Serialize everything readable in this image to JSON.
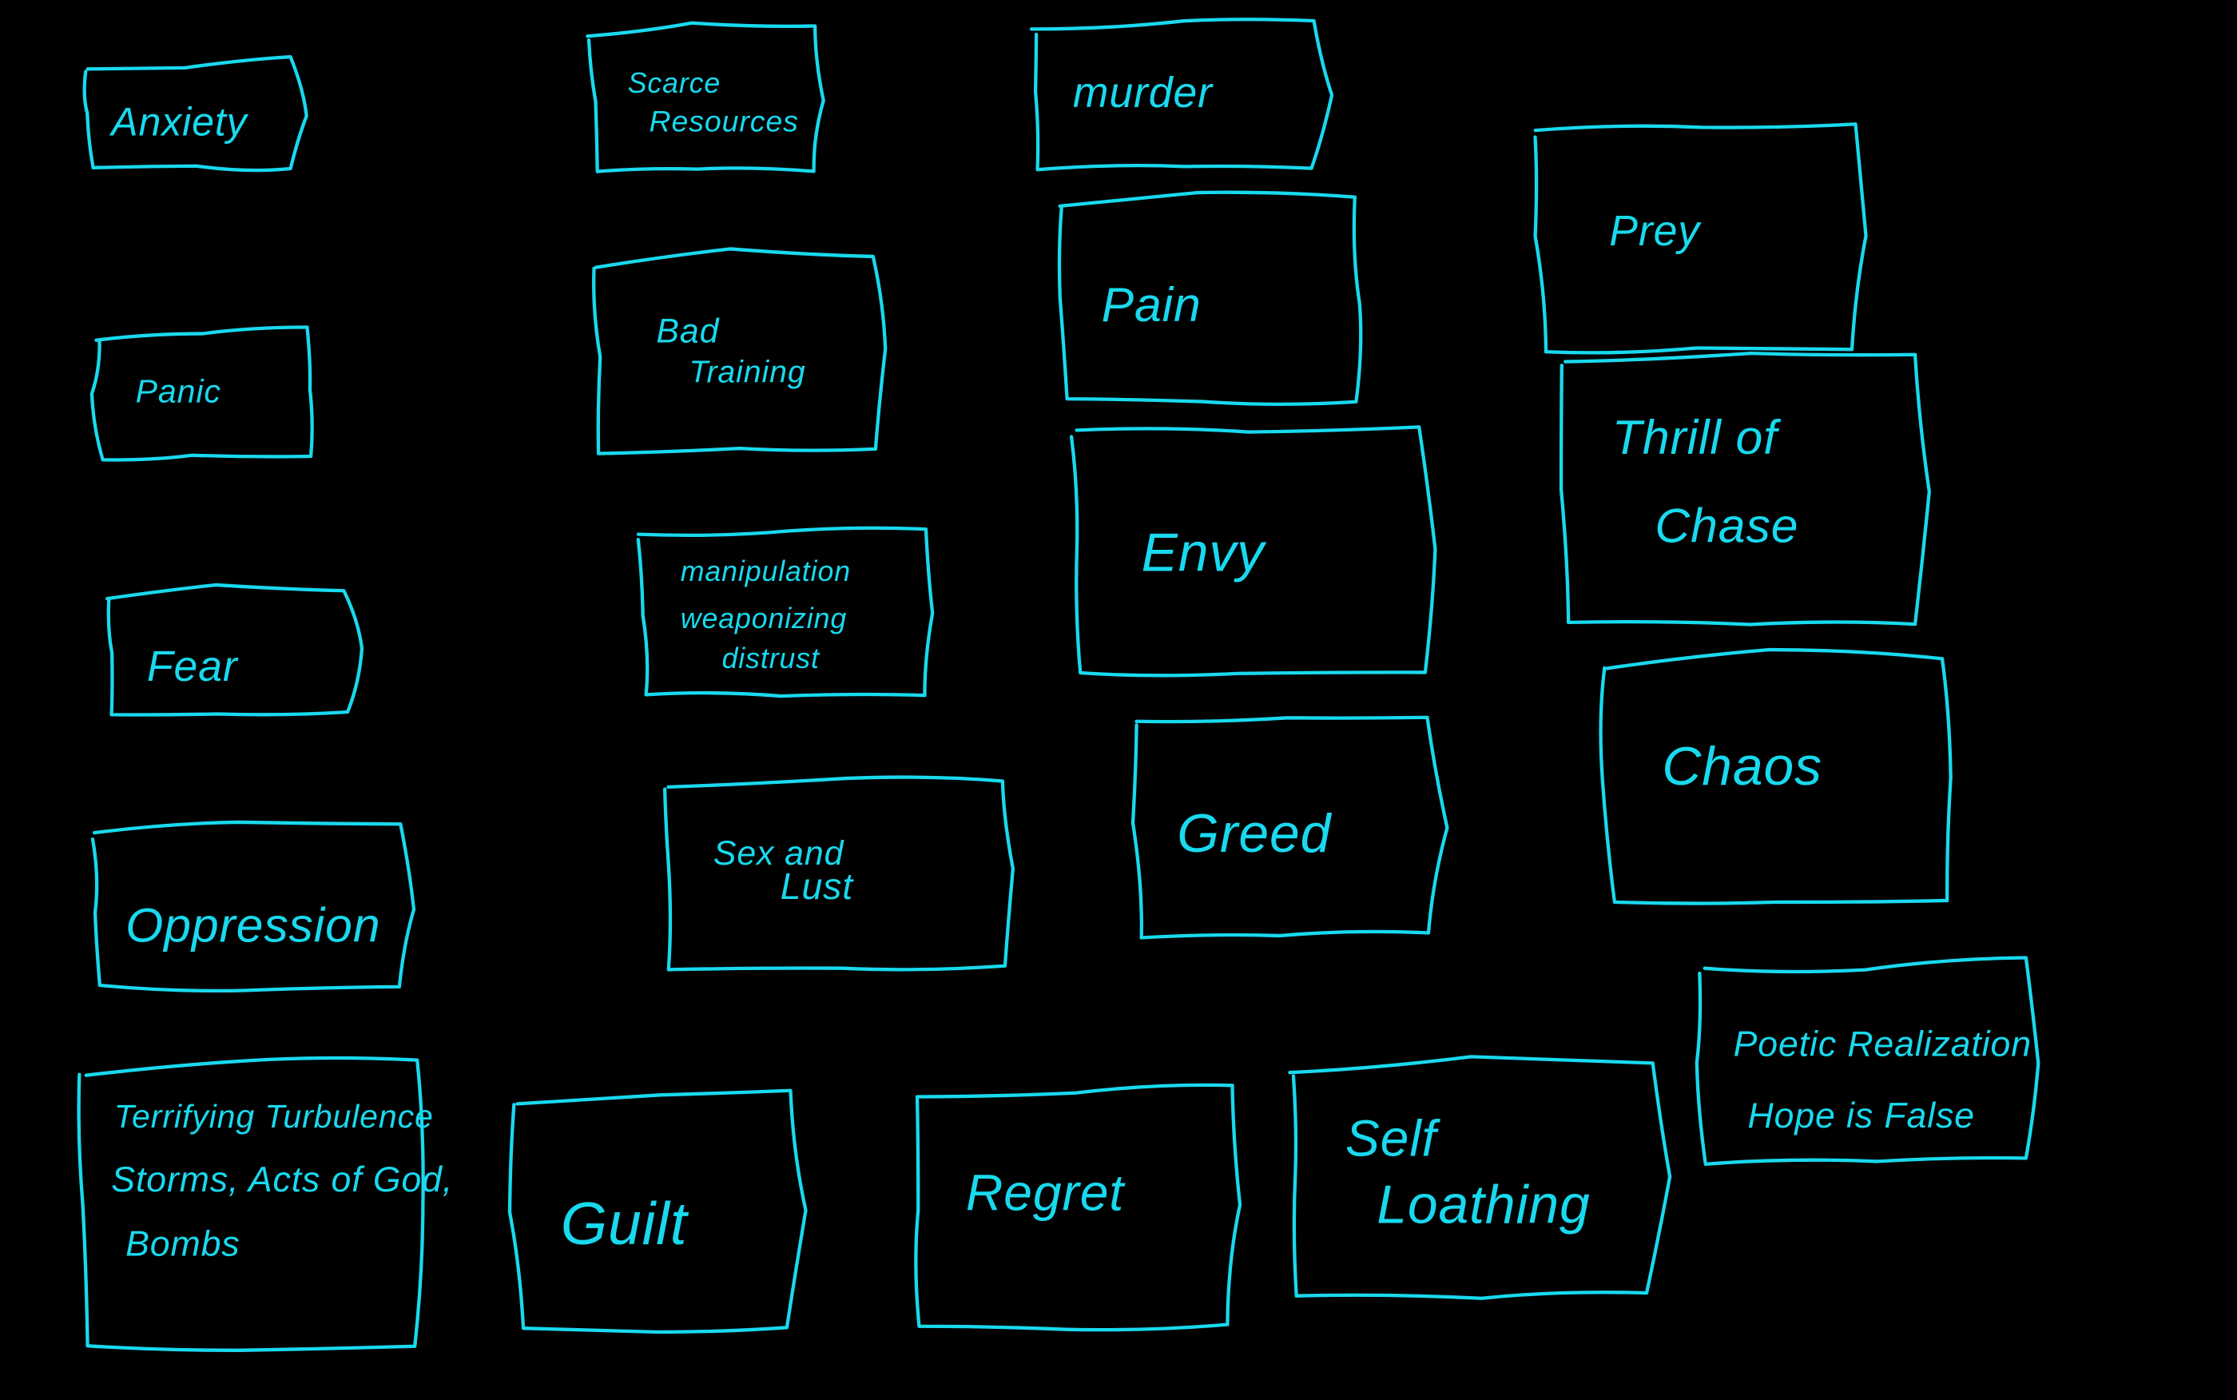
{
  "canvas": {
    "background": "#000000",
    "ink_color": "#19d9ee"
  },
  "cards": {
    "anxiety": {
      "lines": [
        "Anxiety"
      ]
    },
    "scarce_resources": {
      "lines": [
        "Scarce",
        "Resources"
      ]
    },
    "murder": {
      "lines": [
        "murder"
      ]
    },
    "prey": {
      "lines": [
        "Prey"
      ]
    },
    "panic": {
      "lines": [
        "Panic"
      ]
    },
    "bad_training": {
      "lines": [
        "Bad",
        "Training"
      ]
    },
    "pain": {
      "lines": [
        "Pain"
      ]
    },
    "thrill_of_chase": {
      "lines": [
        "Thrill of",
        "Chase"
      ]
    },
    "manipulation": {
      "lines": [
        "manipulation",
        "weaponizing",
        "distrust"
      ]
    },
    "envy": {
      "lines": [
        "Envy"
      ]
    },
    "chaos": {
      "lines": [
        "Chaos"
      ]
    },
    "fear": {
      "lines": [
        "Fear"
      ]
    },
    "sex_and_lust": {
      "lines": [
        "Sex and",
        "Lust"
      ]
    },
    "greed": {
      "lines": [
        "Greed"
      ]
    },
    "poetic_realization": {
      "lines": [
        "Poetic Realization",
        "Hope is False"
      ]
    },
    "oppression": {
      "lines": [
        "Oppression"
      ]
    },
    "terrifying_turbulence": {
      "lines": [
        "Terrifying Turbulence",
        "Storms, Acts of God,",
        "Bombs"
      ]
    },
    "guilt": {
      "lines": [
        "Guilt"
      ]
    },
    "regret": {
      "lines": [
        "Regret"
      ]
    },
    "self_loathing": {
      "lines": [
        "Self",
        "Loathing"
      ]
    }
  }
}
